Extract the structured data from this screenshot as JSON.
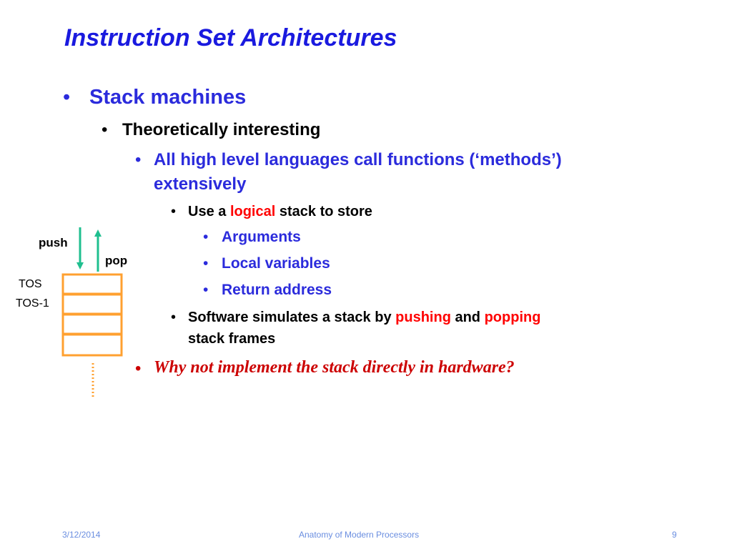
{
  "title": "Instruction Set Architectures",
  "bullets": {
    "b1": "Stack machines",
    "b2": "Theoretically interesting",
    "b3_line1": "All high level languages call functions (‘methods’)",
    "b3_line2": "extensively",
    "b4_pre": "Use a ",
    "b4_red": "logical",
    "b4_post": " stack to store",
    "b5": "Arguments",
    "b6": "Local variables",
    "b7": "Return address",
    "b8_pre": "Software simulates a stack by ",
    "b8_red1": "pushing",
    "b8_mid": " and ",
    "b8_red2": "popping",
    "b8_line2": "stack frames",
    "b9": "Why not implement the stack directly in hardware?"
  },
  "diagram": {
    "push_label": "push",
    "pop_label": "pop",
    "tos_label": "TOS",
    "tos1_label": "TOS-1",
    "arrow_color": "#1fbf8f",
    "box_color": "#ffa030"
  },
  "footer": {
    "date": "3/12/2014",
    "center": "Anatomy of Modern Processors",
    "page": "9"
  }
}
